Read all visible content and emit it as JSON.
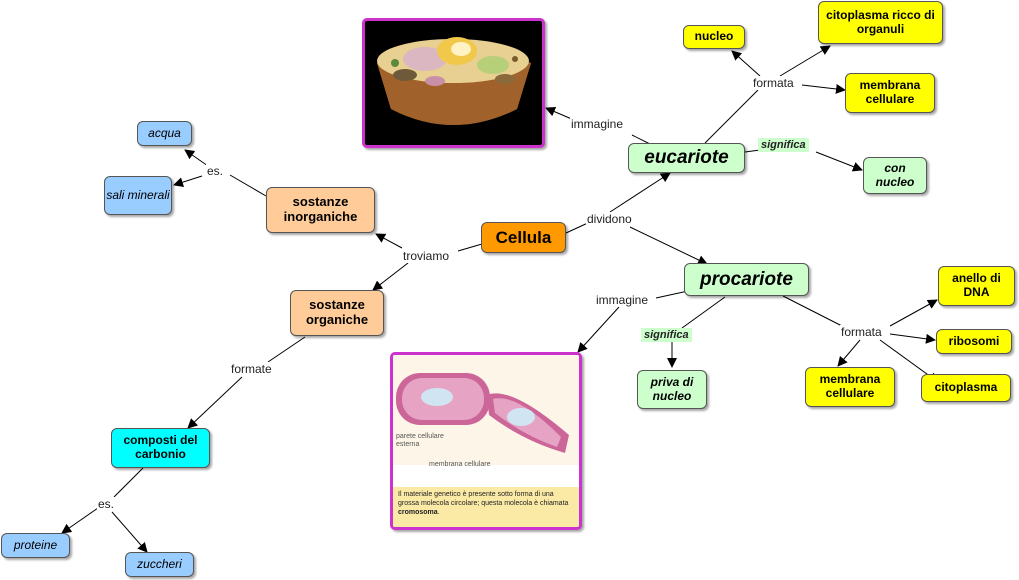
{
  "colors": {
    "root": "#ff9900",
    "yellow": "#ffff00",
    "lightgreen": "#ccffcc",
    "peach": "#ffcc99",
    "blue": "#99ccff",
    "cyan": "#00ffff",
    "image_border": "#cc33cc"
  },
  "nodes": {
    "cellula": "Cellula",
    "eucariote": "eucariote",
    "procariote": "procariote",
    "nucleo": "nucleo",
    "citoplasma_ricco": "citoplasma ricco di organuli",
    "membrana_cellulare_e": "membrana cellulare",
    "con_nucleo": "con nucleo",
    "sostanze_inorganiche": "sostanze inorganiche",
    "sostanze_organiche": "sostanze organiche",
    "acqua": "acqua",
    "sali_minerali": "sali minerali",
    "composti_carbonio": "composti del carbonio",
    "proteine": "proteine",
    "zuccheri": "zuccheri",
    "priva_di_nucleo": "priva di nucleo",
    "anello_dna": "anello di DNA",
    "ribosomi": "ribosomi",
    "citoplasma": "citoplasma",
    "membrana_cellulare_p": "membrana cellulare"
  },
  "links": {
    "formata_e": "formata",
    "significa_e": "significa",
    "immagine_e": "immagine",
    "dividono": "dividono",
    "troviamo": "troviamo",
    "es_inorg": "es.",
    "formate": "formate",
    "es_carb": "es.",
    "immagine_p": "immagine",
    "significa_p": "significa",
    "formata_p": "formata"
  },
  "images": {
    "prokaryote": {
      "label_wall": "parete cellulare esterna",
      "label_membrane": "membrana cellulare",
      "caption_pre": "Il materiale genetico è presente sotto forma di una grossa molecola circolare; questa molecola è chiamata ",
      "caption_bold": "cromosoma",
      "caption_post": "."
    }
  }
}
